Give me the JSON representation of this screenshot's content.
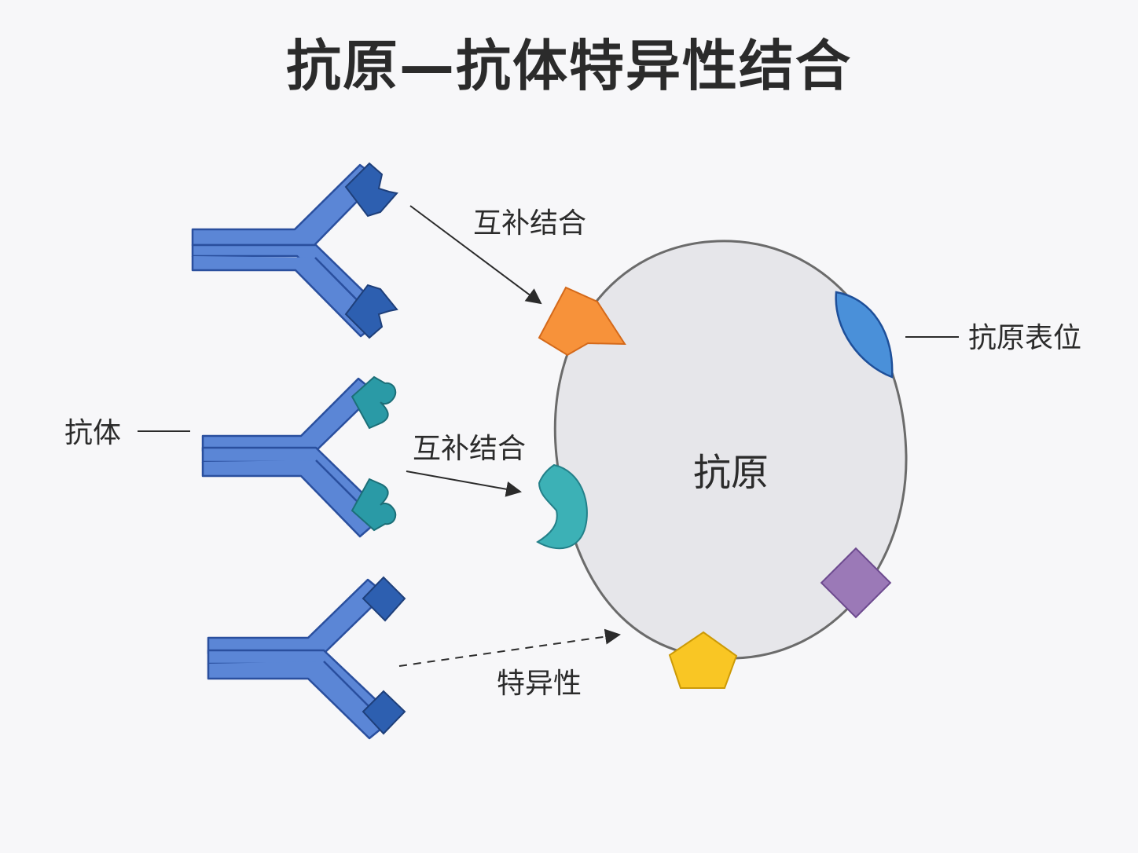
{
  "title": "抗原—抗体特异性结合",
  "labels": {
    "antibody": "抗体",
    "antigen": "抗原",
    "epitope": "抗原表位",
    "complementary_1": "互补结合",
    "complementary_2": "互补结合",
    "specificity": "特异性"
  },
  "colors": {
    "antibody_arm": "#5b86d6",
    "antibody_stroke": "#2a4f9e",
    "antibody_tip": "#2d5fb0",
    "antibody_tip_teal": "#2a9aa6",
    "antigen_fill": "#e6e6ea",
    "antigen_stroke": "#6b6b6b",
    "epitope_triangle": "#f7923a",
    "epitope_crescent": "#3cb1b6",
    "epitope_lens": "#4a90d9",
    "epitope_diamond": "#9b79b7",
    "epitope_pentagon": "#f9c624"
  },
  "icons": {
    "antibody_top": "antibody-y-icon",
    "antibody_middle": "antibody-y-icon",
    "antibody_bottom": "antibody-y-icon"
  }
}
